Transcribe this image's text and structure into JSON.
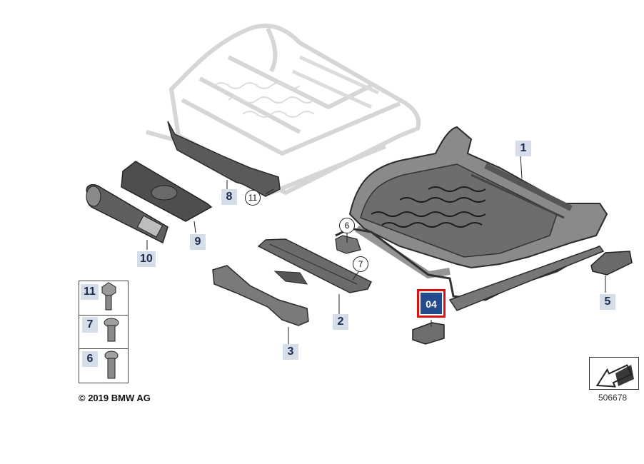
{
  "parts": [
    {
      "name": "1",
      "callout": "1"
    },
    {
      "name": "2",
      "callout": "2"
    },
    {
      "name": "3",
      "callout": "3"
    },
    {
      "name": "5",
      "callout": "5"
    },
    {
      "name": "8",
      "callout": "8"
    },
    {
      "name": "9",
      "callout": "9"
    },
    {
      "name": "10",
      "callout": "10"
    }
  ],
  "circle_callouts": {
    "c6": "6",
    "c7": "7",
    "c11": "11"
  },
  "selected_callout": "04",
  "fasteners": {
    "f11": "11",
    "f7": "7",
    "f6": "6"
  },
  "copyright": "© 2019 BMW AG",
  "reference_number": "506678",
  "colors": {
    "label_bg": "#d5dde9",
    "label_text": "#1b2a4a",
    "selected_border": "#e01010",
    "selected_bg": "#234b8e"
  }
}
